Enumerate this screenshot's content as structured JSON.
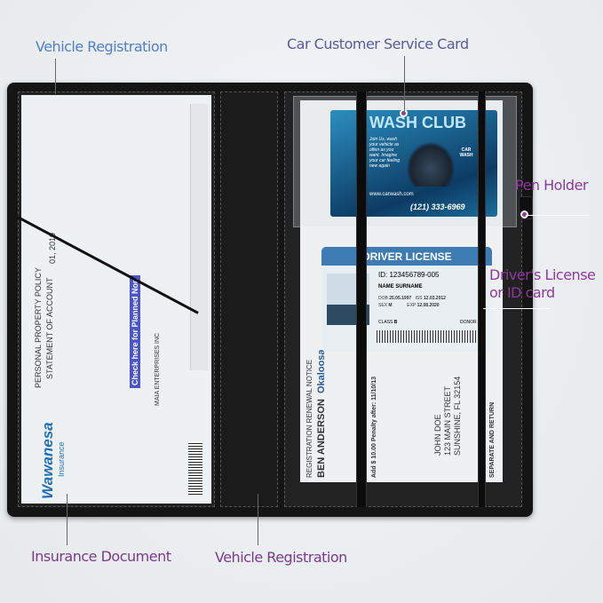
{
  "callouts": {
    "vehicle_registration_top": "Vehicle Registration",
    "service_card": "Car Customer  Service Card",
    "pen_holder": "Pen Holder",
    "license_line1": "Driver's License",
    "license_line2": "or ID card",
    "insurance": "Insurance Document",
    "vehicle_registration_bottom": "Vehicle Registration"
  },
  "insurance_doc": {
    "title1": "PERSONAL PROPERTY POLICY",
    "title2": "STATEMENT OF ACCOUNT",
    "brand": "Wawanesa",
    "brand_sub": "Insurance",
    "check_text": "Check here for Planned Non",
    "date": "01, 2019",
    "address": "MAIA ENTERPRISES INC"
  },
  "wash_card": {
    "title": "WASH CLUB",
    "tagline": "Join Us, wash your vehicle as often as you want. Imagine your car feeling new again",
    "badge": "CAR WASH",
    "web": "www.carwash.com",
    "phone": "(121) 333-6969"
  },
  "license": {
    "header": "DRIVER LICENSE",
    "id": "ID: 123456789-005",
    "name": "NAME SURNAME",
    "dob_label": "DOB",
    "dob": "25.05.1997",
    "iss_label": "ISS",
    "iss": "12.03.2012",
    "sex_label": "SEX",
    "sex": "M",
    "exp_label": "EXP",
    "exp": "12.08.2020",
    "class_label": "CLASS",
    "class": "B",
    "donor": "DONOR"
  },
  "renewal": {
    "title": "REGISTRATION RENEWAL NOTICE",
    "name": "BEN ANDERSON",
    "county": "Okaloosa",
    "owner": "JOHN DOE",
    "street": "123 MAIN STREET",
    "city": "SUNSHINE, FL 32154",
    "separate": "SEPARATE AND RETURN",
    "penalty": "Add $ 10.00 Penalty after: 11/10/13"
  },
  "colors": {
    "blue_label": "#4f7fc4",
    "purple_label": "#8b3a9a",
    "slate_label": "#5b5b9a",
    "wallet": "#151515"
  }
}
